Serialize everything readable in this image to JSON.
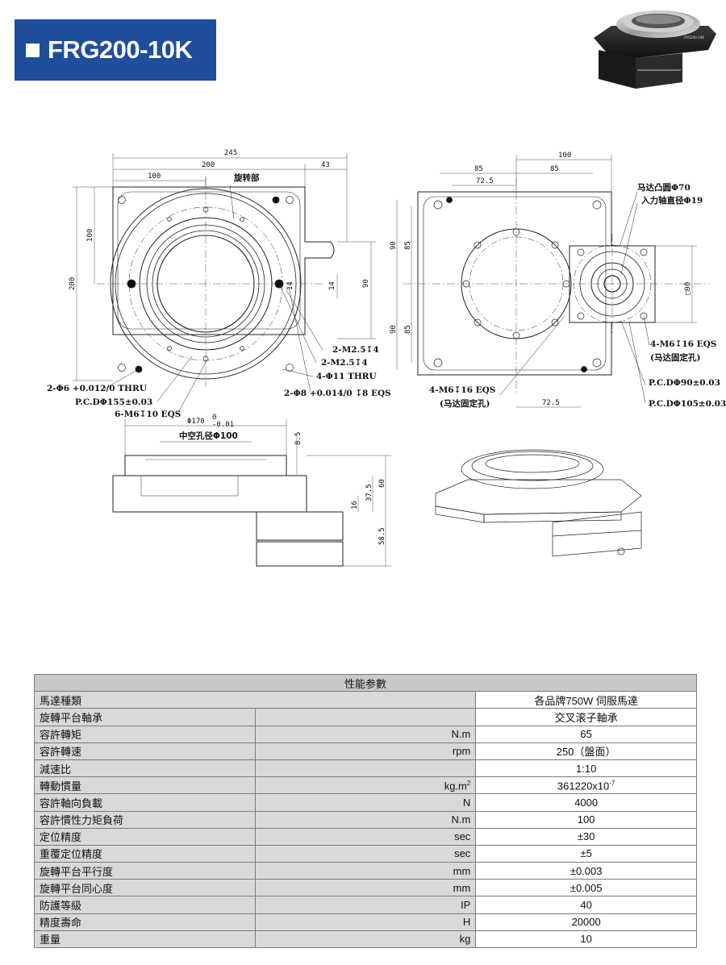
{
  "header": {
    "model": "FRG200-10K"
  },
  "drawing": {
    "top_view": {
      "dims": [
        "245",
        "200",
        "43",
        "100",
        "100",
        "200",
        "14",
        "14",
        "90"
      ],
      "labels": [
        "旋转部",
        "2-M2.5↧4",
        "2-M2.5↧4",
        "4-Φ11 THRU",
        "2-Φ8 +0.014/0 ↧8 EQS",
        "2-Φ6 +0.012/0 THRU",
        "P.C.DΦ155±0.03",
        "6-M6↧10 EQS"
      ]
    },
    "bottom_view": {
      "dims": [
        "100",
        "85",
        "85",
        "72.5",
        "72.5",
        "90",
        "85",
        "90",
        "85",
        "□90"
      ],
      "labels": [
        "马达凸圆Φ70",
        "入力轴直径Φ19",
        "4-M6↧16 EQS",
        "(马达固定孔)",
        "P.C.DΦ90±0.03",
        "4-M6↧16 EQS",
        "(马达固定孔)",
        "P.C.DΦ105±0.03"
      ]
    },
    "side_view": {
      "dims": [
        "Φ170",
        "0",
        "-0.01",
        "中空孔径Φ100",
        "8.5",
        "60",
        "37.5",
        "16",
        "58.5"
      ]
    }
  },
  "spec_table": {
    "title": "性能参數",
    "rows": [
      {
        "name": "馬達種類",
        "unit": "",
        "value": "各品牌750W 伺服馬達",
        "wide": true
      },
      {
        "name": "旋轉平台軸承",
        "unit": "",
        "value": "交叉滚子軸承"
      },
      {
        "name": "容許轉矩",
        "unit": "N.m",
        "value": "65"
      },
      {
        "name": "容許轉速",
        "unit": "rpm",
        "value": "250（盤面）"
      },
      {
        "name": "減速比",
        "unit": "",
        "value": "1:10"
      },
      {
        "name": "轉動慣量",
        "unit": "kg.m",
        "unit_sup": "2",
        "value": "361220x10",
        "value_sup": "-7"
      },
      {
        "name": "容許軸向負載",
        "unit": "N",
        "value": "4000"
      },
      {
        "name": "容許慣性力矩負荷",
        "unit": "N.m",
        "value": "100"
      },
      {
        "name": "定位精度",
        "unit": "sec",
        "value": "±30"
      },
      {
        "name": "重覆定位精度",
        "unit": "sec",
        "value": "±5"
      },
      {
        "name": "旋轉平台平行度",
        "unit": "mm",
        "value": "±0.003"
      },
      {
        "name": "旋轉平台同心度",
        "unit": "mm",
        "value": "±0.005"
      },
      {
        "name": "防護等級",
        "unit": "IP",
        "value": "40"
      },
      {
        "name": "精度壽命",
        "unit": "H",
        "value": "20000"
      },
      {
        "name": "重量",
        "unit": "kg",
        "value": "10"
      }
    ]
  }
}
